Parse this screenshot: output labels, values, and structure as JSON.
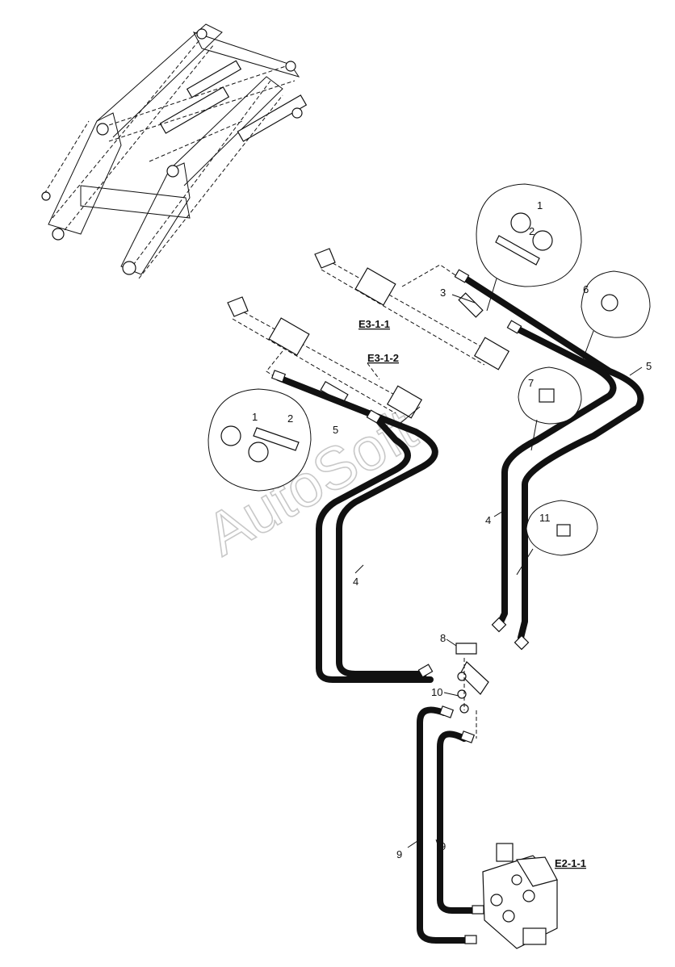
{
  "diagram": {
    "watermark": "AutoSoft",
    "refs": {
      "cyl_top": "E3-1-1",
      "cyl_bottom": "E3-1-2",
      "valve": "E2-1-1"
    },
    "callouts": {
      "c1_top": "1",
      "c2_top": "2",
      "c3": "3",
      "c6": "6",
      "c5_right": "5",
      "c7": "7",
      "c1_left": "1",
      "c2_left": "2",
      "c5_left": "5",
      "c4_right": "4",
      "c11": "11",
      "c4_left": "4",
      "c8": "8",
      "c10": "10",
      "c9_left": "9",
      "c9_right": "9"
    }
  }
}
